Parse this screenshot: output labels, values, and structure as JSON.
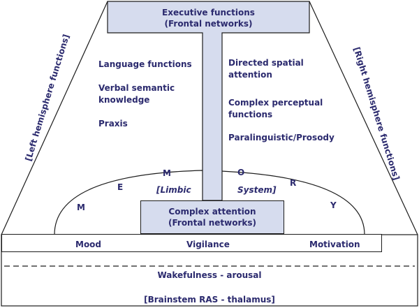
{
  "executive": {
    "line1": "Executive functions",
    "line2": "(Frontal networks)"
  },
  "left_side": {
    "label": "[Left hemisphere functions]",
    "items": [
      "Language functions",
      "Verbal semantic",
      "knowledge",
      "Praxis"
    ]
  },
  "right_side": {
    "label": "[Right hemisphere functions]",
    "items": [
      "Directed spatial",
      "attention",
      "Complex perceptual",
      "functions",
      "Paralinguistic/Prosody"
    ]
  },
  "memory_letters": [
    "M",
    "E",
    "M",
    "O",
    "R",
    "Y"
  ],
  "limbic": {
    "left": "[Limbic",
    "right": "System]"
  },
  "complex_attention": {
    "line1": "Complex attention",
    "line2": "(Frontal networks)"
  },
  "base_row": {
    "mood": "Mood",
    "vigilance": "Vigilance",
    "motivation": "Motivation"
  },
  "arousal": {
    "line1": "Wakefulness - arousal",
    "line2": "[Brainstem RAS - thalamus]"
  },
  "colors": {
    "box_fill": "#d6dcee",
    "text": "#2b2a6e",
    "line": "#1c1c1c"
  }
}
